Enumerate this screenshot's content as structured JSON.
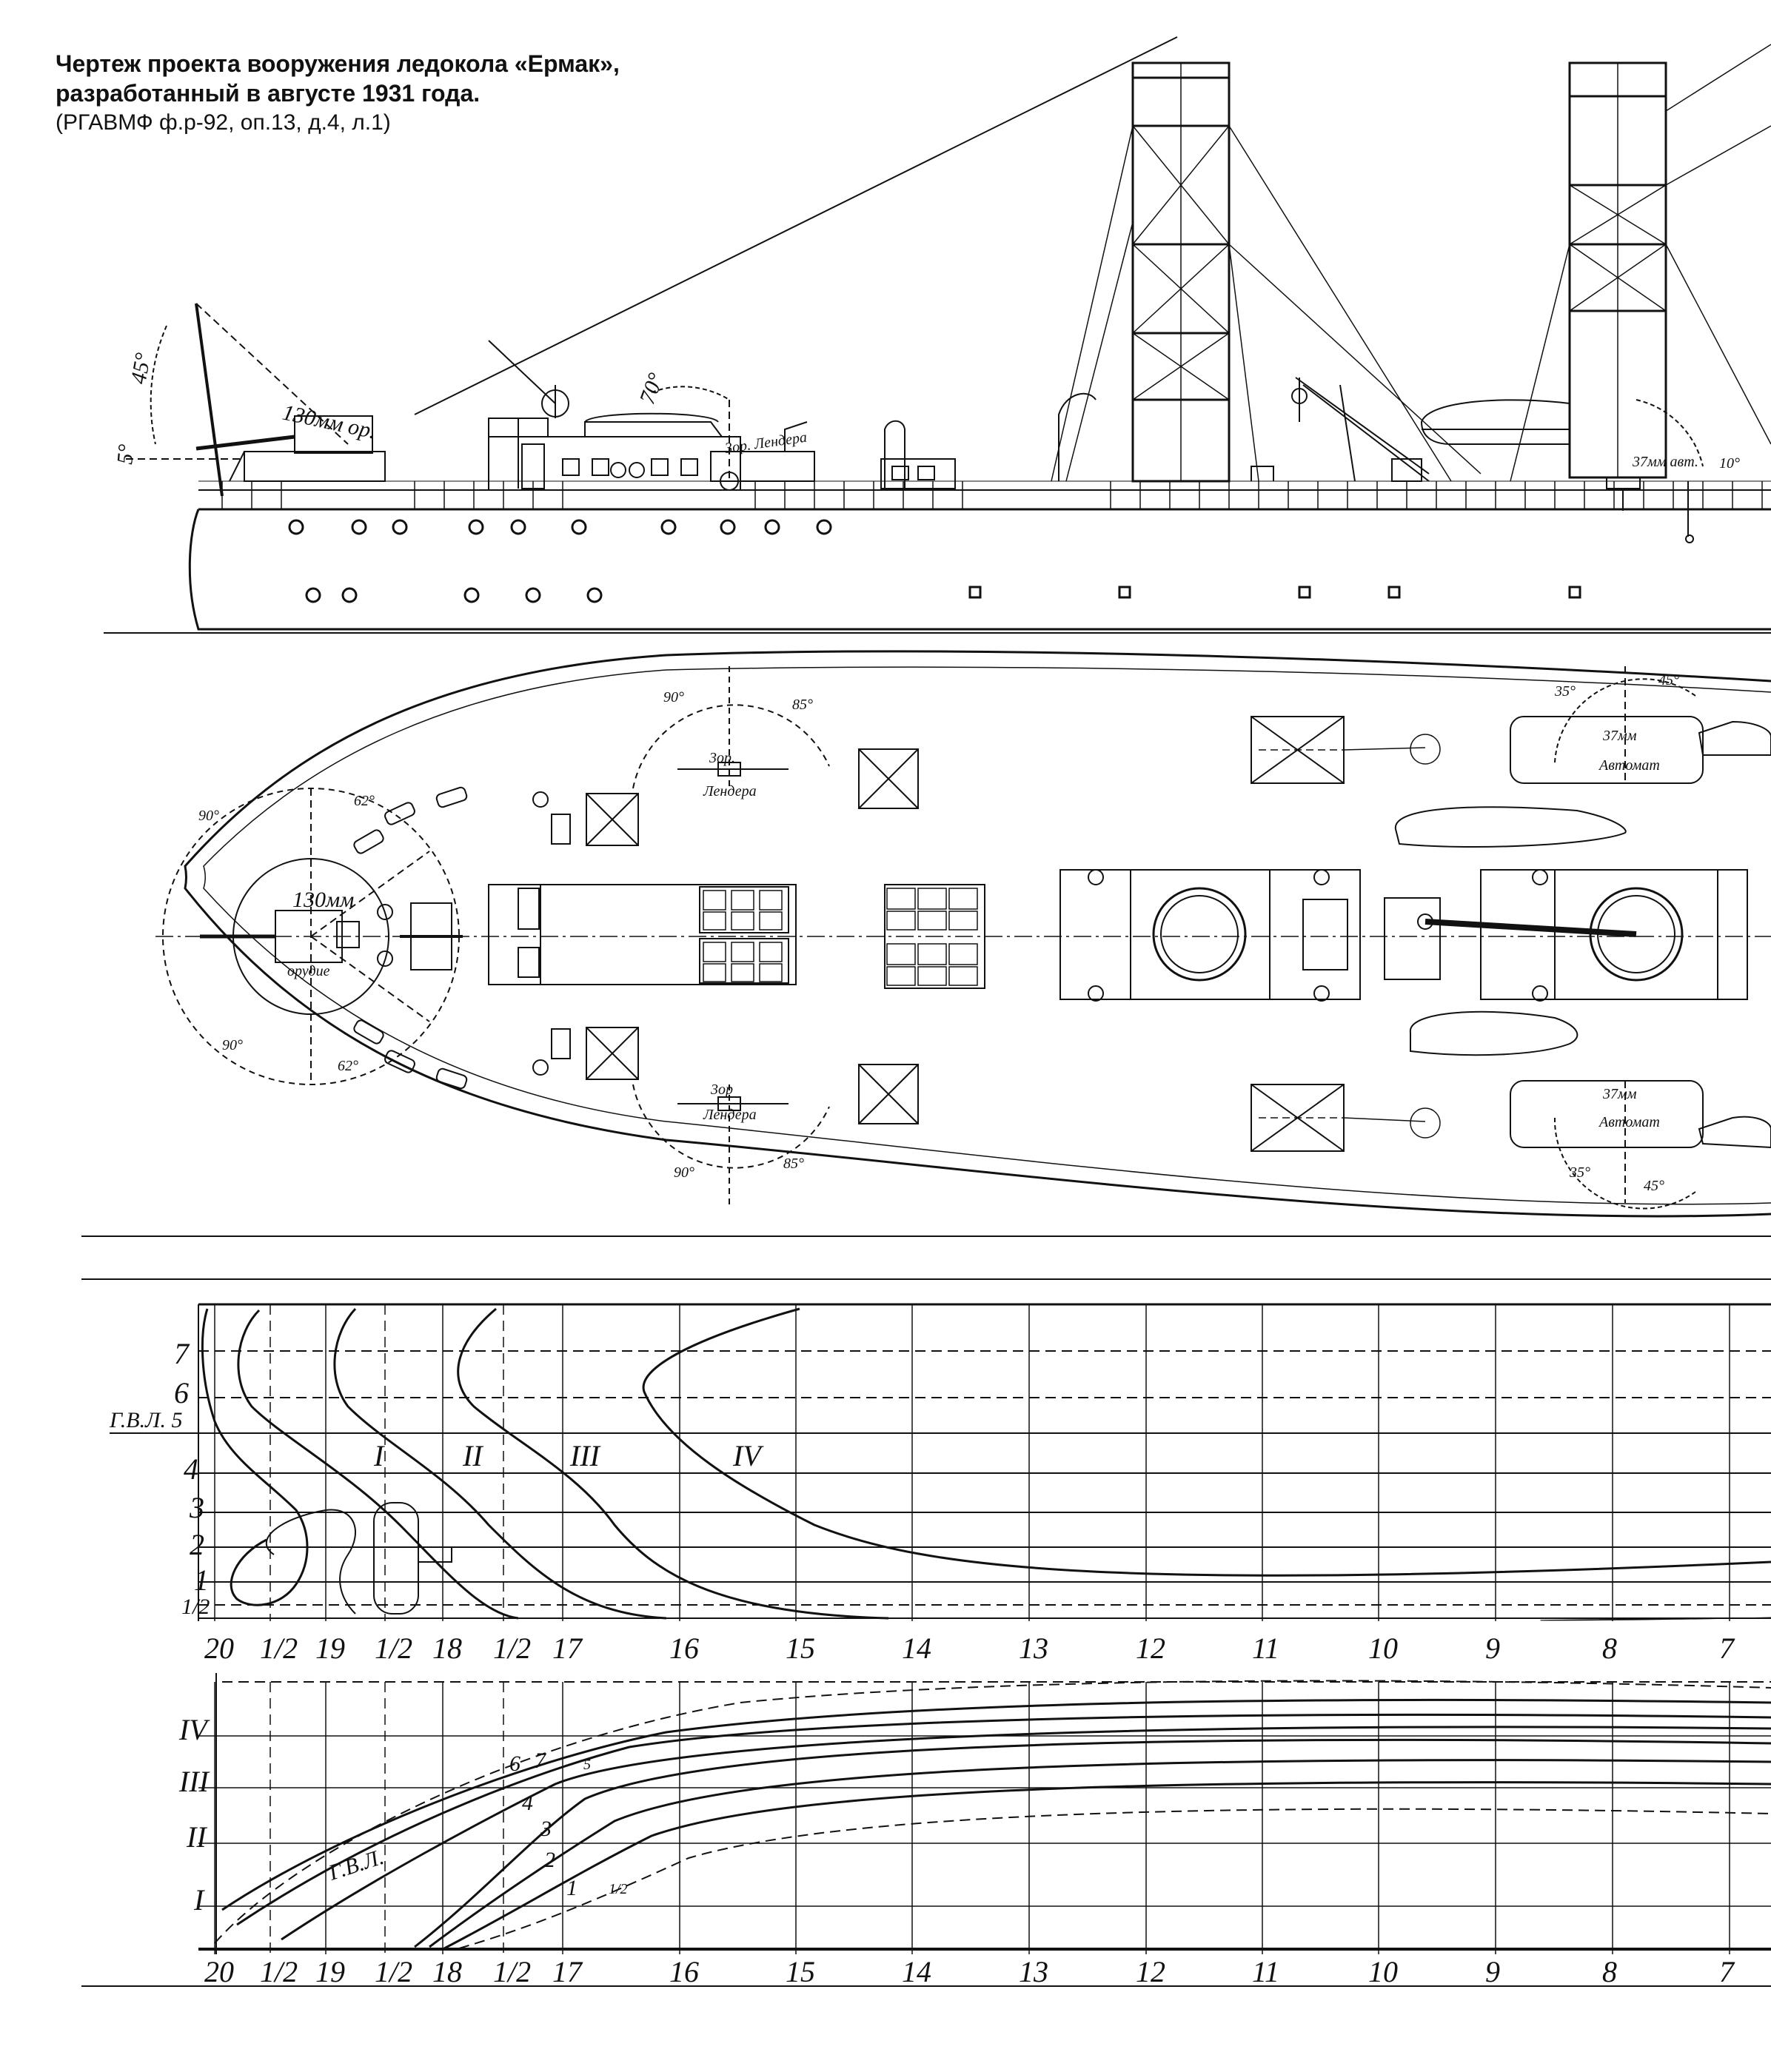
{
  "caption": {
    "line1": "Чертеж проекта вооружения ледокола «Ермак»,",
    "line2": "разработанный в августе 1931 года.",
    "line3": "(РГАВМФ ф.р-92, оп.13, д.4, л.1)"
  },
  "profile": {
    "gun_label": "130мм ор.",
    "gun_small": "3ор. Лендера",
    "gun_auto": "37мм авт.",
    "angle_elev_big": "45°",
    "angle_low": "5°",
    "angle_70": "70°",
    "angle_10": "10°"
  },
  "plan": {
    "gun_bow_label": "130мм",
    "gun_bow_sub": "орудие",
    "lender_label_top": "3ор.",
    "lender_sub_top": "Лендера",
    "lender_label_bot": "3ор",
    "lender_sub_bot": "Лендера",
    "auto_label_top": "37мм",
    "auto_sub_top": "Автомат",
    "auto_label_bot": "37мм",
    "auto_sub_bot": "Автомат",
    "ang_90_a": "90°",
    "ang_62_a": "62°",
    "ang_90_b": "90°",
    "ang_62_b": "62°",
    "ang_90_c": "90°",
    "ang_85_a": "85°",
    "ang_90_d": "90°",
    "ang_85_b": "85°",
    "ang_35_a": "35°",
    "ang_45_a": "45°",
    "ang_35_b": "35°",
    "ang_45_b": "45°"
  },
  "body_plan": {
    "waterlines": [
      "7",
      "6",
      "Г.В.Л. 5",
      "4",
      "3",
      "2",
      "1",
      "1/2"
    ],
    "sections": [
      "I",
      "II",
      "III",
      "IV"
    ],
    "stations": [
      "20",
      "1/2",
      "19",
      "1/2",
      "18",
      "1/2",
      "17",
      "16",
      "15",
      "14",
      "13",
      "12",
      "11",
      "10",
      "9",
      "8",
      "7"
    ]
  },
  "half_breadth": {
    "buttocks": [
      "IV",
      "III",
      "II",
      "I"
    ],
    "curve_labels": [
      "6",
      "7",
      "5",
      "4",
      "3",
      "2",
      "1",
      "1/2"
    ],
    "gvl_label": "Г.В.Л.",
    "stations": [
      "20",
      "1/2",
      "19",
      "1/2",
      "18",
      "1/2",
      "17",
      "16",
      "15",
      "14",
      "13",
      "12",
      "11",
      "10",
      "9",
      "8",
      "7"
    ]
  }
}
